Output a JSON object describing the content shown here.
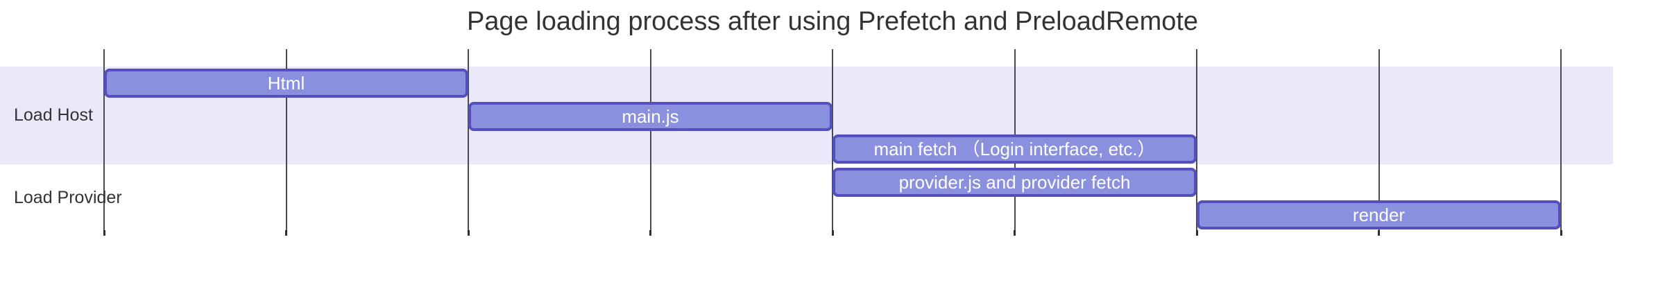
{
  "chart_data": {
    "type": "gantt",
    "title": "Page loading process after using Prefetch and PreloadRemote",
    "axis": {
      "tick_count": 9,
      "tick_labels_visible": false,
      "x_range_ticks": [
        0,
        8
      ],
      "grid": true
    },
    "sections": [
      {
        "label": "Load Host",
        "tasks": [
          {
            "label": "Html",
            "start": 0,
            "end": 2,
            "row": 0
          },
          {
            "label": "main.js",
            "start": 2,
            "end": 4,
            "row": 1
          },
          {
            "label": "main fetch （Login interface, etc.）",
            "start": 4,
            "end": 6,
            "row": 2
          }
        ]
      },
      {
        "label": "Load Provider",
        "tasks": [
          {
            "label": "provider.js and provider fetch",
            "start": 4,
            "end": 6,
            "row": 3
          },
          {
            "label": "render",
            "start": 6,
            "end": 8,
            "row": 4
          }
        ]
      }
    ],
    "legend": null,
    "annotations": []
  },
  "colors": {
    "task_fill": "#8a90dd",
    "task_border": "#534fbc",
    "task_text": "#ffffff",
    "section_band": "#e9e9f9",
    "grid_line": "#4a4a4a",
    "grid_tick": "#2f2f2f",
    "title_text": "#333333",
    "section_label_text": "#333333",
    "background": "#ffffff"
  }
}
